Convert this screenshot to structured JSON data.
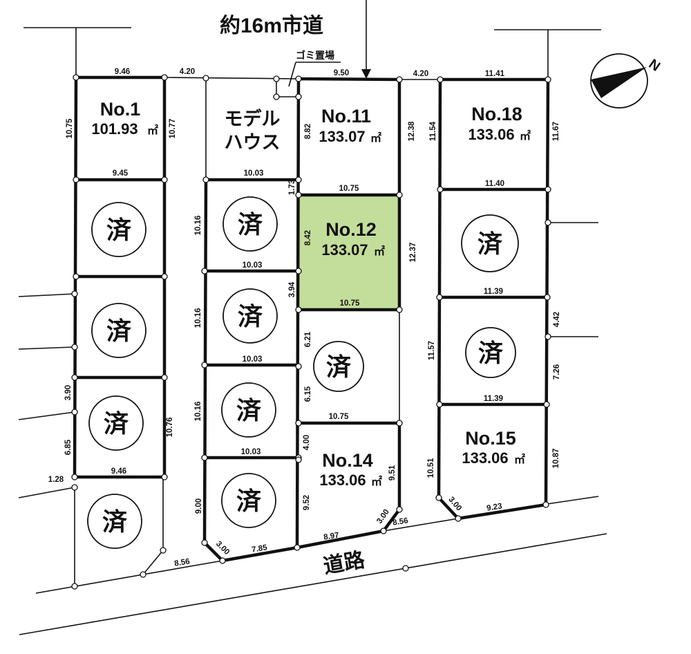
{
  "title": "約16m市道",
  "road_label": "道路",
  "garbage_label": "ゴミ置場",
  "compass_label": "N",
  "sold_mark": "済",
  "area_unit": "㎡",
  "highlight_color": "#c3dd9a",
  "lots": {
    "no1": {
      "label": "No.1",
      "area": "101.93"
    },
    "model": {
      "line1": "モデル",
      "line2": "ハウス"
    },
    "no11": {
      "label": "No.11",
      "area": "133.07"
    },
    "no12": {
      "label": "No.12",
      "area": "133.07"
    },
    "no14": {
      "label": "No.14",
      "area": "133.06"
    },
    "no15": {
      "label": "No.15",
      "area": "133.06"
    },
    "no18": {
      "label": "No.18",
      "area": "133.06"
    }
  },
  "dims": {
    "d946a": "9.46",
    "d420a": "4.20",
    "d950": "9.50",
    "d420b": "4.20",
    "d1141": "11.41",
    "d1075a": "10.75",
    "d1077": "10.77",
    "d945": "9.45",
    "d882": "8.82",
    "d1238": "12.38",
    "d1154": "11.54",
    "d1167": "11.67",
    "d1003a": "10.03",
    "d1075b": "10.75",
    "d1140": "11.40",
    "d173": "1.73",
    "d1016a": "10.16",
    "d842": "8.42",
    "d1237": "12.37",
    "d1003b": "10.03",
    "d1139a": "11.39",
    "d394": "3.94",
    "d1075c": "10.75",
    "d1016b": "10.16",
    "d621": "6.21",
    "d1157": "11.57",
    "d442": "4.42",
    "d726": "7.26",
    "d1003c": "10.03",
    "d615": "6.15",
    "d390": "3.90",
    "d1076": "10.76",
    "d1075d": "10.75",
    "d1139b": "11.39",
    "d1016c": "10.16",
    "d685": "6.85",
    "d400": "4.00",
    "d1051": "10.51",
    "d1087": "10.87",
    "d1003d": "10.03",
    "d946b": "9.46",
    "d128": "1.28",
    "d900": "9.00",
    "d952": "9.52",
    "d951": "9.51",
    "d300a": "3.00",
    "d785": "7.85",
    "d897": "8.97",
    "d300b": "3.00",
    "d856a": "8.56",
    "d856b": "8.56",
    "d300c": "3.00",
    "d923": "9.23"
  }
}
